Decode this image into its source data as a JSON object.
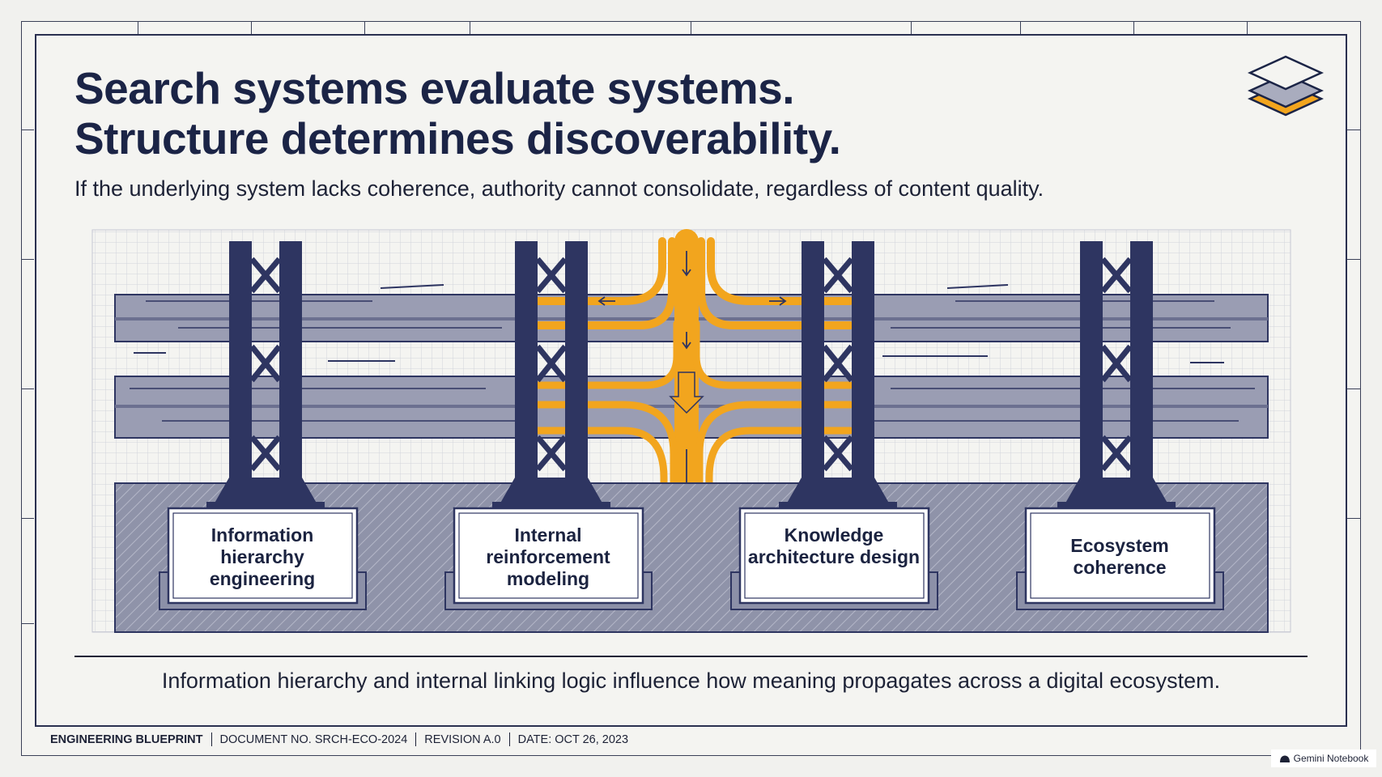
{
  "header": {
    "title_line1": "Search systems evaluate systems.",
    "title_line2": "Structure determines discoverability.",
    "subtitle": "If the underlying system lacks coherence, authority cannot consolidate, regardless of content quality."
  },
  "diagram": {
    "nodes": [
      {
        "label": "Information hierarchy engineering"
      },
      {
        "label": "Internal reinforcement modeling"
      },
      {
        "label": "Knowledge architecture design"
      },
      {
        "label": "Ecosystem coherence"
      }
    ],
    "colors": {
      "navy": "#2e3561",
      "gray_band": "#8c90a8",
      "orange": "#f2a51e",
      "background": "#f4f4f1"
    }
  },
  "caption": "Information hierarchy and internal linking logic influence how meaning propagates across a digital ecosystem.",
  "footer": {
    "label": "ENGINEERING BLUEPRINT",
    "document": "DOCUMENT NO. SRCH-ECO-2024",
    "revision": "REVISION A.0",
    "date": "DATE: OCT 26, 2023"
  },
  "badge": {
    "text": "Gemini Notebook",
    "icon": "notebook-icon"
  }
}
